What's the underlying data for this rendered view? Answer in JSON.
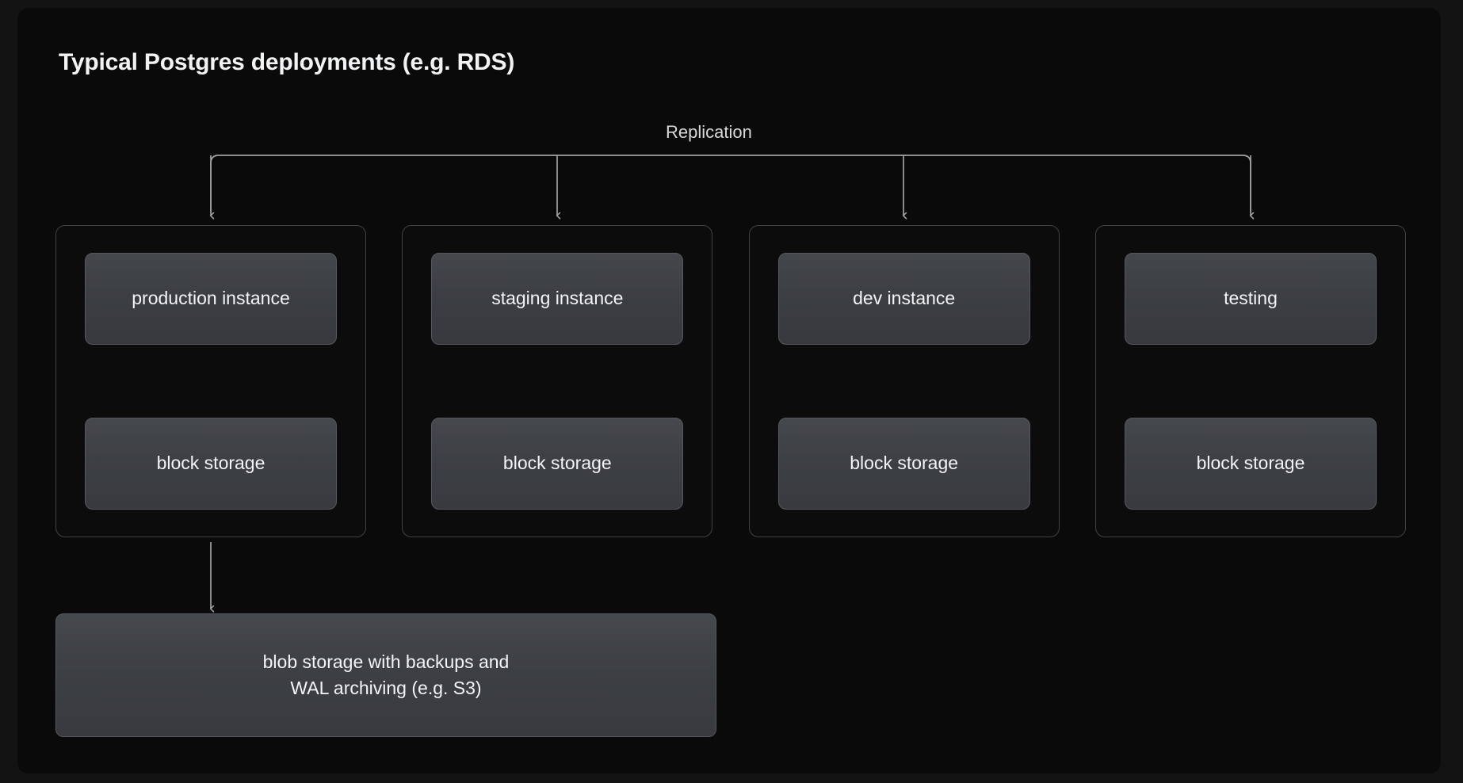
{
  "slide": {
    "title": "Typical Postgres deployments (e.g. RDS)",
    "replication_label": "Replication",
    "background_color": "#0a0a0b",
    "frame_color": "#131313",
    "node_fill_color": "#3c3f44",
    "node_border_color": "#55585e",
    "group_border_color": "#3f4247",
    "connector_color": "#9ea2a6",
    "text_color": "#f3f4f5"
  },
  "groups": [
    {
      "id": "production",
      "instance_label": "production instance",
      "storage_label": "block storage"
    },
    {
      "id": "staging",
      "instance_label": "staging instance",
      "storage_label": "block storage"
    },
    {
      "id": "dev",
      "instance_label": "dev instance",
      "storage_label": "block storage"
    },
    {
      "id": "testing",
      "instance_label": "testing",
      "storage_label": "block storage"
    }
  ],
  "blob_storage": {
    "label": "blob storage with backups and\nWAL archiving (e.g. S3)"
  }
}
